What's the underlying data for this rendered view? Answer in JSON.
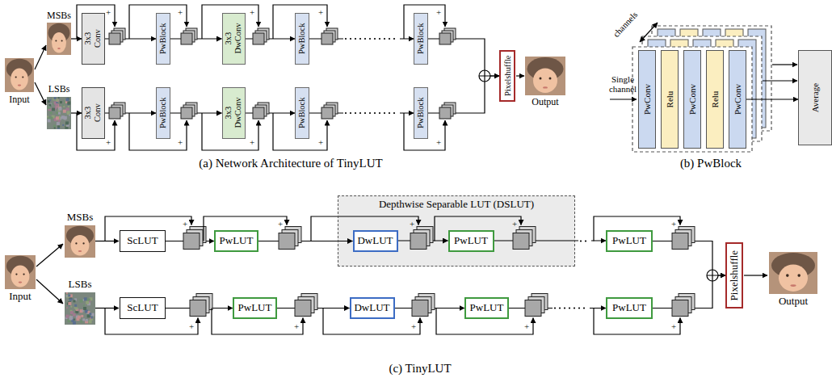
{
  "diagram": {
    "nodes": [
      {
        "text": [
          "3x3 Conv"
        ]
      },
      {
        "text": [
          "PwBlock"
        ]
      },
      {
        "text": [
          "3x3 DwConv"
        ]
      },
      {
        "text": [
          "PwBlock"
        ]
      },
      {
        "text": [
          "PwBlock"
        ]
      },
      {
        "text": [
          "3x3 Conv"
        ]
      },
      {
        "text": [
          "PwBlock"
        ]
      },
      {
        "text": [
          "3x3 DwConv"
        ]
      },
      {
        "text": [
          "PwBlock"
        ]
      },
      {
        "text": [
          "PwBlock"
        ]
      },
      {
        "text": [
          "Pixelshuffle"
        ]
      },
      {
        "text": [
          "PwConv"
        ]
      },
      {
        "text": [
          "Relu"
        ]
      },
      {
        "text": [
          "PwConv"
        ]
      },
      {
        "text": [
          "Relu"
        ]
      },
      {
        "text": [
          "PwConv"
        ]
      },
      {
        "text": [
          "Average"
        ]
      },
      {
        "text": [
          "ScLUT"
        ]
      },
      {
        "text": [
          "PwLUT"
        ]
      },
      {
        "text": [
          "Depthwise Separable LUT (DSLUT)"
        ]
      },
      {
        "text": [
          "DwLUT"
        ],
        "in": 19
      },
      {
        "text": [
          "PwLUT"
        ],
        "in": 19
      },
      {
        "text": [
          "PwLUT"
        ]
      },
      {
        "text": [
          "ScLUT"
        ]
      },
      {
        "text": [
          "PwLUT"
        ]
      },
      {
        "text": [
          "DwLUT"
        ]
      },
      {
        "text": [
          "PwLUT"
        ]
      },
      {
        "text": [
          "PwLUT"
        ]
      },
      {
        "text": [
          "Pixelshuffle"
        ]
      }
    ],
    "edges": [
      {
        "from": 0,
        "to": 1,
        "arrow": "to"
      },
      {
        "from": 1,
        "to": 2,
        "arrow": "to"
      },
      {
        "from": 2,
        "to": 3,
        "arrow": "to"
      },
      {
        "from": 3,
        "to": 4,
        "arrow": "to"
      },
      {
        "from": 4,
        "to": 10,
        "arrow": "to"
      },
      {
        "from": 5,
        "to": 6,
        "arrow": "to"
      },
      {
        "from": 6,
        "to": 7,
        "arrow": "to"
      },
      {
        "from": 7,
        "to": 8,
        "arrow": "to"
      },
      {
        "from": 8,
        "to": 9,
        "arrow": "to"
      },
      {
        "from": 9,
        "to": 10,
        "arrow": "to"
      },
      {
        "from": 15,
        "to": 16,
        "arrow": "to"
      },
      {
        "from": 17,
        "to": 18,
        "arrow": "to"
      },
      {
        "from": 18,
        "to": 20,
        "arrow": "to"
      },
      {
        "from": 20,
        "to": 21,
        "arrow": "to"
      },
      {
        "from": 21,
        "to": 22,
        "arrow": "to"
      },
      {
        "from": 22,
        "to": 28,
        "arrow": "to"
      },
      {
        "from": 23,
        "to": 24,
        "arrow": "to"
      },
      {
        "from": 24,
        "to": 25,
        "arrow": "to"
      },
      {
        "from": 25,
        "to": 26,
        "arrow": "to"
      },
      {
        "from": 26,
        "to": 27,
        "arrow": "to"
      },
      {
        "from": 27,
        "to": 28,
        "arrow": "to"
      }
    ],
    "labels": [
      "MSBs",
      "LSBs",
      "Input",
      "Output",
      "(a) Network Architecture of TinyLUT",
      "channels",
      "Single channel",
      "(b) PwBlock",
      "MSBs",
      "LSBs",
      "Input",
      "Output",
      "(c) TinyLUT",
      "+",
      "+",
      "+",
      "+",
      "+",
      "+",
      "+",
      "+",
      "+",
      "+",
      "+",
      "+",
      "+",
      "+",
      "+",
      "+",
      "+",
      "+",
      "+",
      "+"
    ]
  }
}
